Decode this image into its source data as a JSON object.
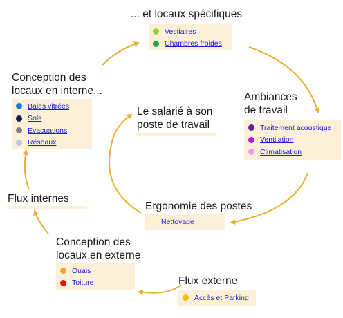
{
  "nodes": {
    "locaux_specifiques": {
      "title": "... et locaux spécifiques",
      "items": [
        {
          "label": "Vestiaires",
          "color": "#9acd32"
        },
        {
          "label": "Chambres froides",
          "color": "#1aa64b"
        }
      ]
    },
    "ambiances": {
      "title_line1": "Ambiances",
      "title_line2": "de travail",
      "items": [
        {
          "label": "Traitement acoustique",
          "color": "#6a1e8a"
        },
        {
          "label": "Ventilation",
          "color": "#c010e0"
        },
        {
          "label": "Climatisation",
          "color": "#f29ae8"
        }
      ]
    },
    "ergonomie": {
      "title": "Ergonomie des postes",
      "items": [
        {
          "label": "Nettoyage",
          "color": "#fff6c8"
        }
      ]
    },
    "flux_externe": {
      "title": "Flux externe",
      "items": [
        {
          "label": "Accès et Parking",
          "color": "#f5c400"
        }
      ]
    },
    "conception_externe": {
      "title_line1": "Conception des",
      "title_line2": "locaux en externe",
      "items": [
        {
          "label": "Quais",
          "color": "#f5a623"
        },
        {
          "label": "Toiture",
          "color": "#e81010"
        }
      ]
    },
    "flux_internes": {
      "title": "Flux internes"
    },
    "conception_interne": {
      "title_line1": "Conception des",
      "title_line2": "locaux en interne...",
      "items": [
        {
          "label": "Baies vitrées",
          "color": "#1a7fd0"
        },
        {
          "label": "Sols",
          "color": "#0d1a4a"
        },
        {
          "label": "Evacuations",
          "color": "#808080"
        },
        {
          "label": "Réseaux",
          "color": "#b8c8d8"
        }
      ]
    },
    "salarie": {
      "title_line1": "Le salarié à son",
      "title_line2": "poste de travail"
    }
  },
  "colors": {
    "arrow": "#e8b030",
    "box_bg": "#fdf0d8",
    "link": "#1a1ae0"
  }
}
